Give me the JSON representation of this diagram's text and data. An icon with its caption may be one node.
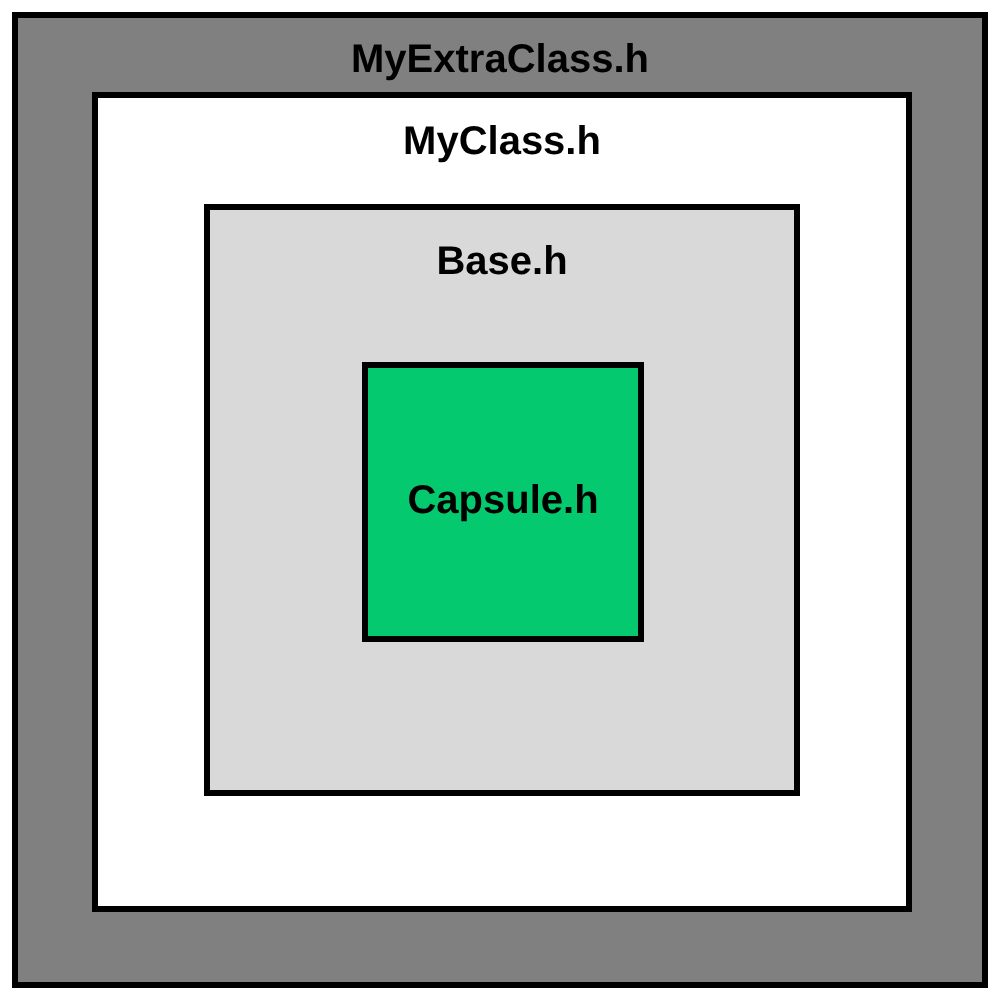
{
  "diagram": {
    "nodes": [
      {
        "text": [
          "MyExtraClass.h"
        ]
      },
      {
        "text": [
          "MyClass.h"
        ],
        "in": 0
      },
      {
        "text": [
          "Base.h"
        ],
        "in": 1
      },
      {
        "text": [
          "Capsule.h"
        ],
        "in": 2
      }
    ]
  }
}
